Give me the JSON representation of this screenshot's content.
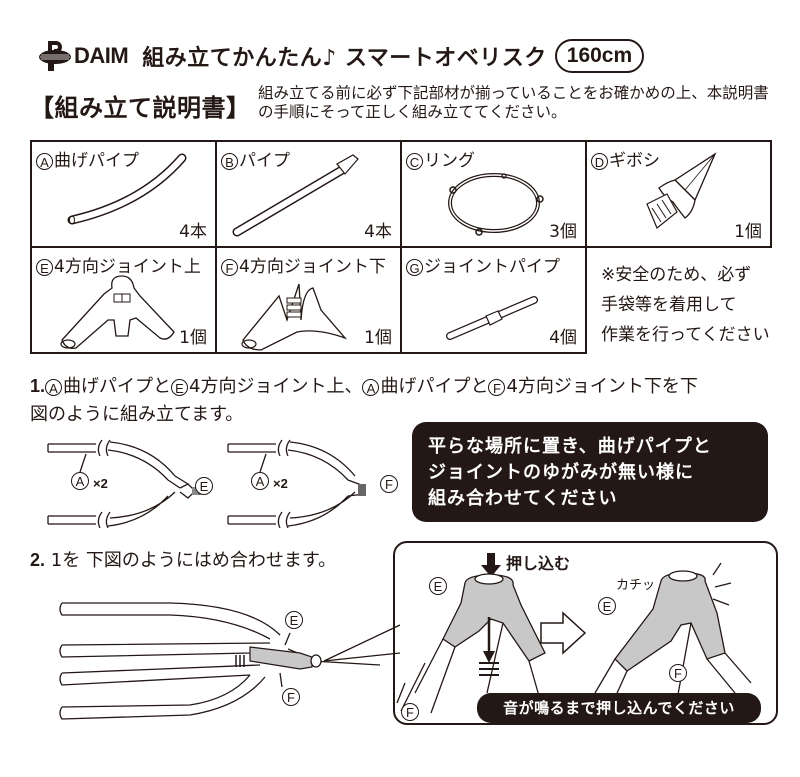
{
  "header": {
    "brand": "DAIM",
    "title": "組み立てかんたん♪ スマートオベリスク",
    "size_badge": "160cm",
    "subtitle": "【組み立て説明書】",
    "intro": "組み立てる前に必ず下記部材が揃っていることをお確かめの上、本説明書の手順にそって正しく組み立ててください。"
  },
  "parts": [
    {
      "letter": "A",
      "name": "曲げパイプ",
      "count": "4本",
      "icon": "bent-pipe-icon"
    },
    {
      "letter": "B",
      "name": "パイプ",
      "count": "4本",
      "icon": "straight-pipe-icon"
    },
    {
      "letter": "C",
      "name": "リング",
      "count": "3個",
      "icon": "ring-icon"
    },
    {
      "letter": "D",
      "name": "ギボシ",
      "count": "1個",
      "icon": "finial-icon"
    },
    {
      "letter": "E",
      "name": "4方向ジョイント上",
      "count": "1個",
      "icon": "upper-joint-icon"
    },
    {
      "letter": "F",
      "name": "4方向ジョイント下",
      "count": "1個",
      "icon": "lower-joint-icon"
    },
    {
      "letter": "G",
      "name": "ジョイントパイプ",
      "count": "4個",
      "icon": "joint-pipe-icon"
    }
  ],
  "safety_note": {
    "line1": "※安全のため、必ず",
    "line2": "手袋等を着用して",
    "line3": "作業を行ってください"
  },
  "step1": {
    "number": "1.",
    "a1": "A",
    "t1": "曲げパイプと",
    "e": "E",
    "t2": "4方向ジョイント上、",
    "a2": "A",
    "t3": "曲げパイプと",
    "f": "F",
    "t4": "4方向ジョイント下を下",
    "line2": "図のように組み立てます。",
    "diagram_labels": {
      "a": "A",
      "times": "×2",
      "e": "E",
      "f": "F"
    }
  },
  "tip": {
    "line1": "平らな場所に置き、曲げパイプと",
    "line2": "ジョイントのゆがみが無い様に",
    "line3": "組み合わせてください"
  },
  "step2": {
    "number": "2.",
    "text": "1を 下図のようにはめ合わせます。",
    "diagram_labels": {
      "e": "E",
      "f": "F"
    }
  },
  "detail": {
    "push_label": "押し込む",
    "click_label": "カチッ",
    "label_e": "E",
    "label_f": "F",
    "warning": "音が鳴るまで押し込んでください"
  },
  "colors": {
    "ink": "#231815",
    "gray_fill": "#c8c8c8",
    "white": "#ffffff"
  }
}
